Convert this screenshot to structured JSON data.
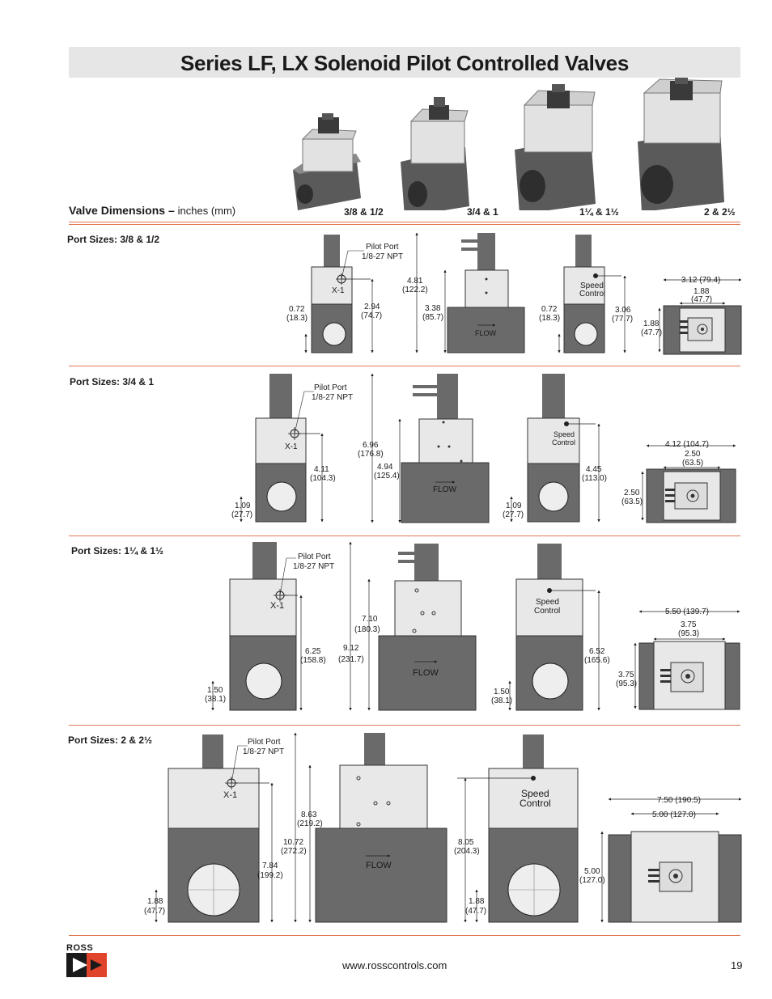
{
  "title": "Series LF, LX Solenoid Pilot Controlled Valves",
  "section": {
    "heading": "Valve Dimensions –",
    "unit": "inches (mm)"
  },
  "photo_sizes": [
    "3/8 & 1/2",
    "3/4 & 1",
    "1¼ & 1½",
    "2 & 2½"
  ],
  "rows": [
    {
      "port_label": "Port Sizes: 3/8 & 1/2",
      "pilot_port": [
        "Pilot Port",
        "1/8-27 NPT"
      ],
      "x1": "X-1",
      "v1": {
        "offset": [
          "0.72",
          "(18.3)"
        ],
        "height": [
          "2.94",
          "(74.7)"
        ]
      },
      "v2": {
        "overall": [
          "4.81",
          "(122.2)"
        ],
        "body": [
          "3.38",
          "(85.7)"
        ],
        "flow": "FLOW"
      },
      "v3": {
        "speed": [
          "Speed",
          "Control"
        ],
        "offset": [
          "0.72",
          "(18.3)"
        ],
        "height": [
          "3.06",
          "(77.7)"
        ]
      },
      "v4": {
        "outer": "3.12 (79.4)",
        "inner": [
          "1.88",
          "(47.7)"
        ],
        "side": [
          "1.88",
          "(47.7)"
        ]
      }
    },
    {
      "port_label": "Port Sizes: 3/4 & 1",
      "pilot_port": [
        "Pilot Port",
        "1/8-27 NPT"
      ],
      "x1": "X-1",
      "v1": {
        "offset": [
          "1.09",
          "(27.7)"
        ],
        "height": [
          "4.11",
          "(104.3)"
        ]
      },
      "v2": {
        "overall": [
          "6.96",
          "(176.8)"
        ],
        "body": [
          "4.94",
          "(125.4)"
        ],
        "flow": "FLOW"
      },
      "v3": {
        "speed": [
          "Speed",
          "Control"
        ],
        "offset": [
          "1.09",
          "(27.7)"
        ],
        "height": [
          "4.45",
          "(113.0)"
        ]
      },
      "v4": {
        "outer": "4.12 (104.7)",
        "inner": [
          "2.50",
          "(63.5)"
        ],
        "side": [
          "2.50",
          "(63.5)"
        ]
      }
    },
    {
      "port_label": "Port Sizes: 1¼ & 1½",
      "pilot_port": [
        "Pilot Port",
        "1/8-27 NPT"
      ],
      "x1": "X-1",
      "v1": {
        "offset": [
          "1.50",
          "(38.1)"
        ],
        "height": [
          "6.25",
          "(158.8)"
        ]
      },
      "v2": {
        "overall": [
          "9.12",
          "(231.7)"
        ],
        "body": [
          "7.10",
          "(180.3)"
        ],
        "flow": "FLOW"
      },
      "v3": {
        "speed": [
          "Speed",
          "Control"
        ],
        "offset": [
          "1.50",
          "(38.1)"
        ],
        "height": [
          "6.52",
          "(165.6)"
        ]
      },
      "v4": {
        "outer": "5.50 (139.7)",
        "inner": [
          "3.75",
          "(95.3)"
        ],
        "side": [
          "3.75",
          "(95.3)"
        ]
      }
    },
    {
      "port_label": "Port Sizes: 2 & 2½",
      "pilot_port": [
        "Pilot Port",
        "1/8-27 NPT"
      ],
      "x1": "X-1",
      "v1": {
        "offset": [
          "1.88",
          "(47.7)"
        ],
        "height": [
          "7.84",
          "(199.2)"
        ]
      },
      "v2": {
        "overall": [
          "10.72",
          "(272.2)"
        ],
        "body": [
          "8.63",
          "(219.2)"
        ],
        "flow": "FLOW"
      },
      "v3": {
        "speed": [
          "Speed",
          "Control"
        ],
        "offset": [
          "1.88",
          "(47.7)"
        ],
        "height": [
          "8.05",
          "(204.3)"
        ]
      },
      "v4": {
        "outer": "7.50 (190.5)",
        "inner": [
          "5.00 (127.0)"
        ],
        "side": [
          "5.00",
          "(127.0)"
        ]
      }
    }
  ],
  "footer": {
    "brand": "ROSS",
    "url": "www.rosscontrols.com",
    "page": "19"
  },
  "colors": {
    "rule": "#e07856",
    "body_dark": "#6a6a6a",
    "body_light": "#e8e8e8",
    "logo_red": "#e0442a"
  }
}
